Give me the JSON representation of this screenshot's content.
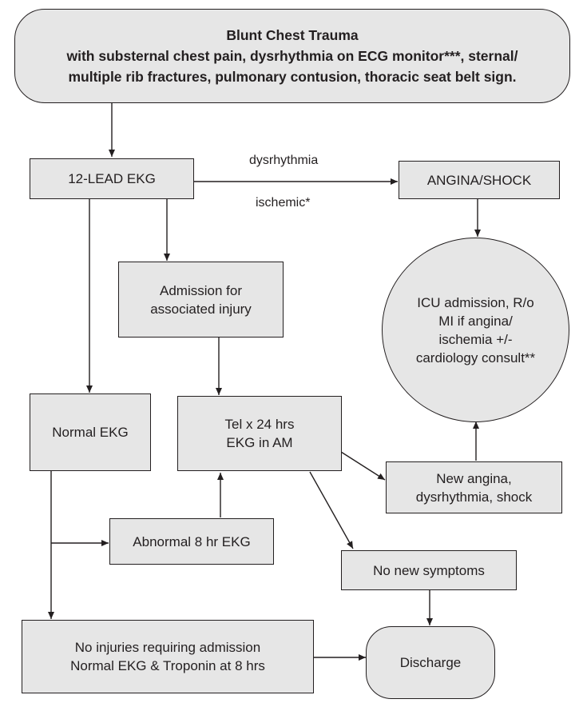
{
  "title_box": {
    "line1": "Blunt Chest Trauma",
    "line2": "with substernal chest pain, dysrhythmia on ECG monitor***, sternal/",
    "line3": "multiple rib fractures, pulmonary contusion, thoracic seat belt sign."
  },
  "nodes": {
    "ekg12": "12-LEAD EKG",
    "angina_shock": "ANGINA/SHOCK",
    "admission_assoc": {
      "line1": "Admission for",
      "line2": "associated injury"
    },
    "icu": {
      "line1": "ICU admission, R/o",
      "line2": "MI if angina/",
      "line3": "ischemia +/-",
      "line4": "cardiology consult**"
    },
    "normal_ekg": "Normal EKG",
    "tel": {
      "line1": "Tel x 24 hrs",
      "line2": "EKG in AM"
    },
    "new_angina": {
      "line1": "New angina,",
      "line2": "dysrhythmia, shock"
    },
    "abnormal_ekg": "Abnormal 8 hr EKG",
    "no_new_symptoms": "No new symptoms",
    "no_injuries": {
      "line1": "No injuries requiring admission",
      "line2": "Normal EKG & Troponin at 8 hrs"
    },
    "discharge": "Discharge"
  },
  "edge_labels": {
    "dysrhythmia": "dysrhythmia",
    "ischemic": "ischemic*"
  },
  "colors": {
    "box_fill": "#e6e6e6",
    "stroke": "#231f20"
  }
}
